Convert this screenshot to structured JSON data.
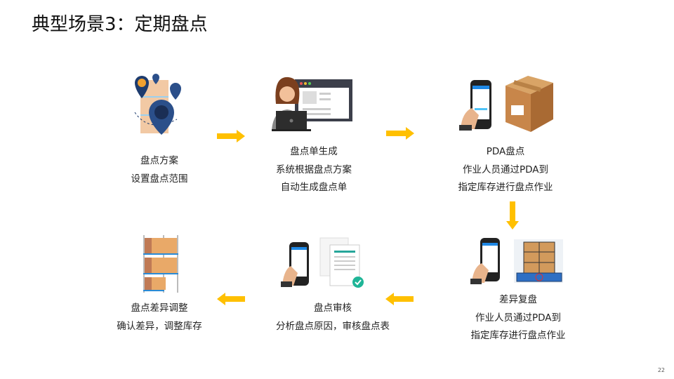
{
  "title": "典型场景3：定期盘点",
  "page_number": "22",
  "accent_color": "#FFC000",
  "steps": [
    {
      "title": "盘点方案",
      "lines": [
        "设置盘点范围"
      ]
    },
    {
      "title": "盘点单生成",
      "lines": [
        "系统根据盘点方案",
        "自动生成盘点单"
      ]
    },
    {
      "title": "PDA盘点",
      "lines": [
        "作业人员通过PDA到",
        "指定库存进行盘点作业"
      ]
    },
    {
      "title": "差异复盘",
      "lines": [
        "作业人员通过PDA到",
        "指定库存进行盘点作业"
      ]
    },
    {
      "title": "盘点审核",
      "lines": [
        "分析盘点原因，审核盘点表"
      ]
    },
    {
      "title": "盘点差异调整",
      "lines": [
        "确认差异，调整库存"
      ]
    }
  ]
}
